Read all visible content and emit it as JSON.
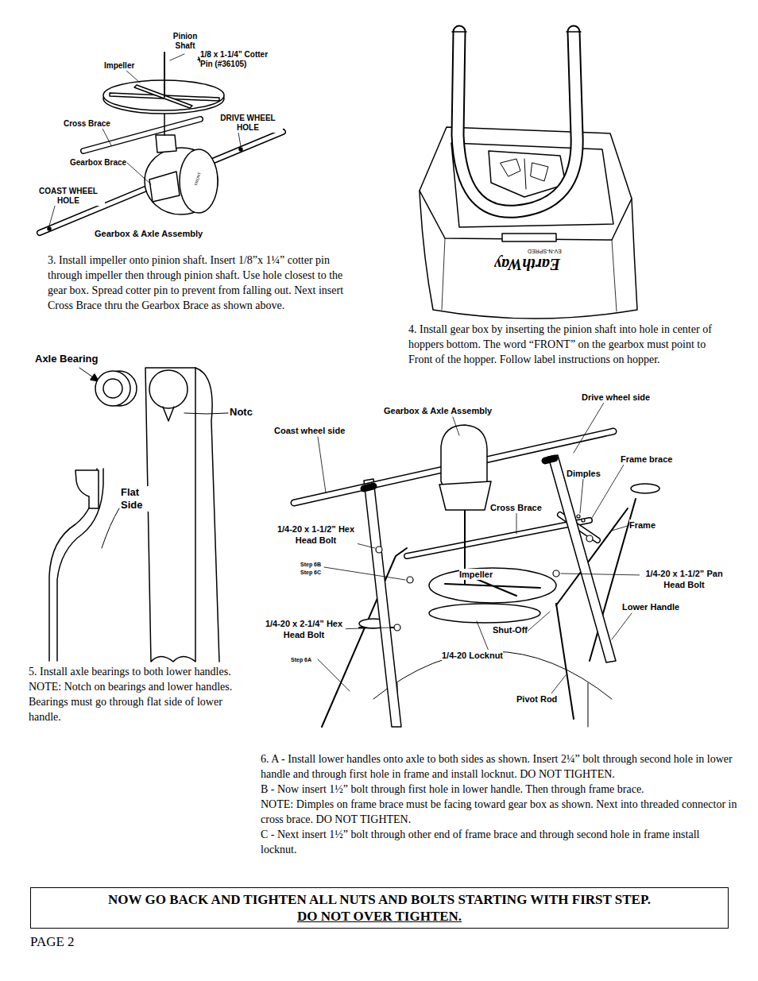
{
  "diagram": {
    "nodes": [
      {
        "text": [
          "NOW GO BACK AND TIGHTEN ALL NUTS AND BOLTS STARTING WITH FIRST STEP.",
          "DO NOT OVER TIGHTEN."
        ]
      }
    ],
    "labels": [
      "Pinion Shaft",
      "Impeller",
      "1/8 x 1-1/4” Cotter Pin (#36105)",
      "Cross Brace",
      "DRIVE WHEEL HOLE",
      "Gearbox Brace",
      "COAST WHEEL HOLE",
      "FRONT",
      "Gearbox & Axle Assembly",
      "3. Install impeller onto pinion shaft. Insert 1/8”x 1¼” cotter pin through impeller then through pinion shaft. Use hole closest to the gear box. Spread cotter pin to prevent from falling out. Next insert Cross Brace thru the Gearbox Brace as shown above.",
      "EarthWay",
      "EV-N-SPRED",
      "4. Install gear box by inserting the pinion shaft into hole in center of hoppers bottom. The word “FRONT” on the gearbox must point to Front of the hopper. Follow label instructions on hopper.",
      "Axle Bearing",
      "Notc",
      "Flat Side",
      "5. Install axle bearings to both lower handles.",
      "NOTE: Notch on bearings and lower handles. Bearings must go through flat side of lower handle.",
      "Drive wheel side",
      "Gearbox & Axle Assembly",
      "Coast wheel side",
      "Frame brace",
      "Dimples",
      "Cross Brace",
      "Frame",
      "1/4-20 x 1-1/2” Hex Head Bolt",
      "Step 6B",
      "Step 6C",
      "Impeller",
      "1/4-20 x 1-1/2” Pan Head Bolt",
      "Lower Handle",
      "1/4-20 x 2-1/4” Hex Head Bolt",
      "Shut-Off",
      "1/4-20 Locknut",
      "Step 6A",
      "Pivot Rod",
      "6. A - Install lower handles onto axle to both sides as shown. Insert 2¼” bolt through second hole in lower handle and through first hole in frame and install locknut. DO NOT TIGHTEN.",
      "B - Now insert 1½” bolt through first hole in lower handle. Then through frame brace.",
      "NOTE: Dimples on frame brace must be facing toward gear box as shown. Next into threaded connector in cross brace. DO NOT TIGHTEN.",
      "C - Next insert 1½” bolt through other end of frame brace and through second hole in frame install locknut.",
      "PAGE 2"
    ]
  }
}
